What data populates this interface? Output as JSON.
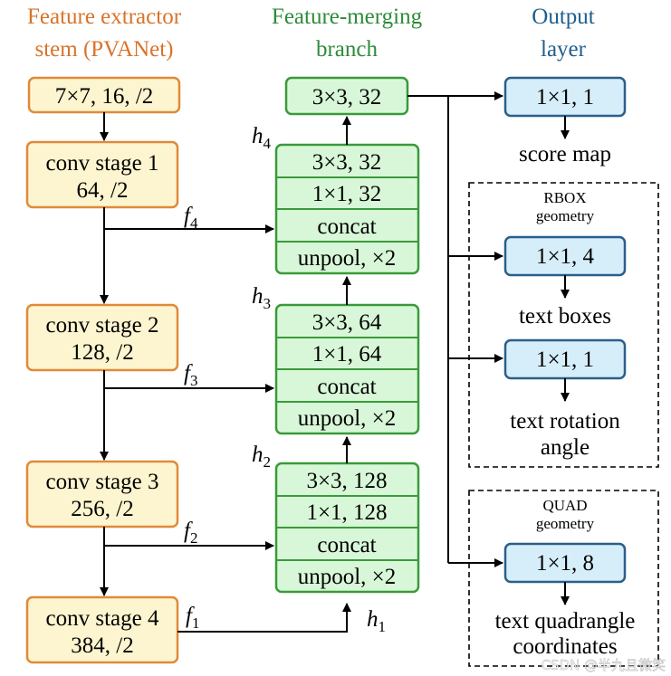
{
  "headers": {
    "stem": [
      "Feature extractor",
      "stem (PVANet)"
    ],
    "merge": [
      "Feature-merging",
      "branch"
    ],
    "output": [
      "Output",
      "layer"
    ]
  },
  "stem": {
    "first": "7×7, 16, /2",
    "stages": [
      {
        "name": "conv stage 1",
        "params": "64, /2"
      },
      {
        "name": "conv stage 2",
        "params": "128, /2"
      },
      {
        "name": "conv stage 3",
        "params": "256, /2"
      },
      {
        "name": "conv stage 4",
        "params": "384, /2"
      }
    ]
  },
  "merge": {
    "top": "3×3, 32",
    "blocks": [
      [
        "3×3, 32",
        "1×1, 32",
        "concat",
        "unpool, ×2"
      ],
      [
        "3×3, 64",
        "1×1, 64",
        "concat",
        "unpool, ×2"
      ],
      [
        "3×3, 128",
        "1×1, 128",
        "concat",
        "unpool, ×2"
      ]
    ]
  },
  "labels": {
    "f": [
      "f",
      "4",
      "3",
      "2",
      "1"
    ],
    "h": [
      "h",
      "4",
      "3",
      "2",
      "1"
    ]
  },
  "output": {
    "score_conv": "1×1, 1",
    "score_label": "score map",
    "rbox_title": [
      "RBOX",
      "geometry"
    ],
    "boxes_conv": "1×1, 4",
    "boxes_label": "text boxes",
    "angle_conv": "1×1, 1",
    "angle_label": [
      "text rotation",
      "angle"
    ],
    "quad_title": [
      "QUAD",
      "geometry"
    ],
    "quad_conv": "1×1, 8",
    "quad_label": [
      "text quadrangle",
      "coordinates"
    ]
  },
  "watermark": "CSDN @半九且微笑",
  "colors": {
    "header_stem": "#d9732a",
    "header_merge": "#2e8b3a",
    "header_output": "#1f5f8b",
    "stem_fill": "#fdf5cf",
    "stem_stroke": "#e08a3a",
    "merge_fill": "#d8f7d8",
    "merge_stroke": "#3a9a3a",
    "out_fill": "#d6eefa",
    "out_stroke": "#2a5f8a"
  }
}
